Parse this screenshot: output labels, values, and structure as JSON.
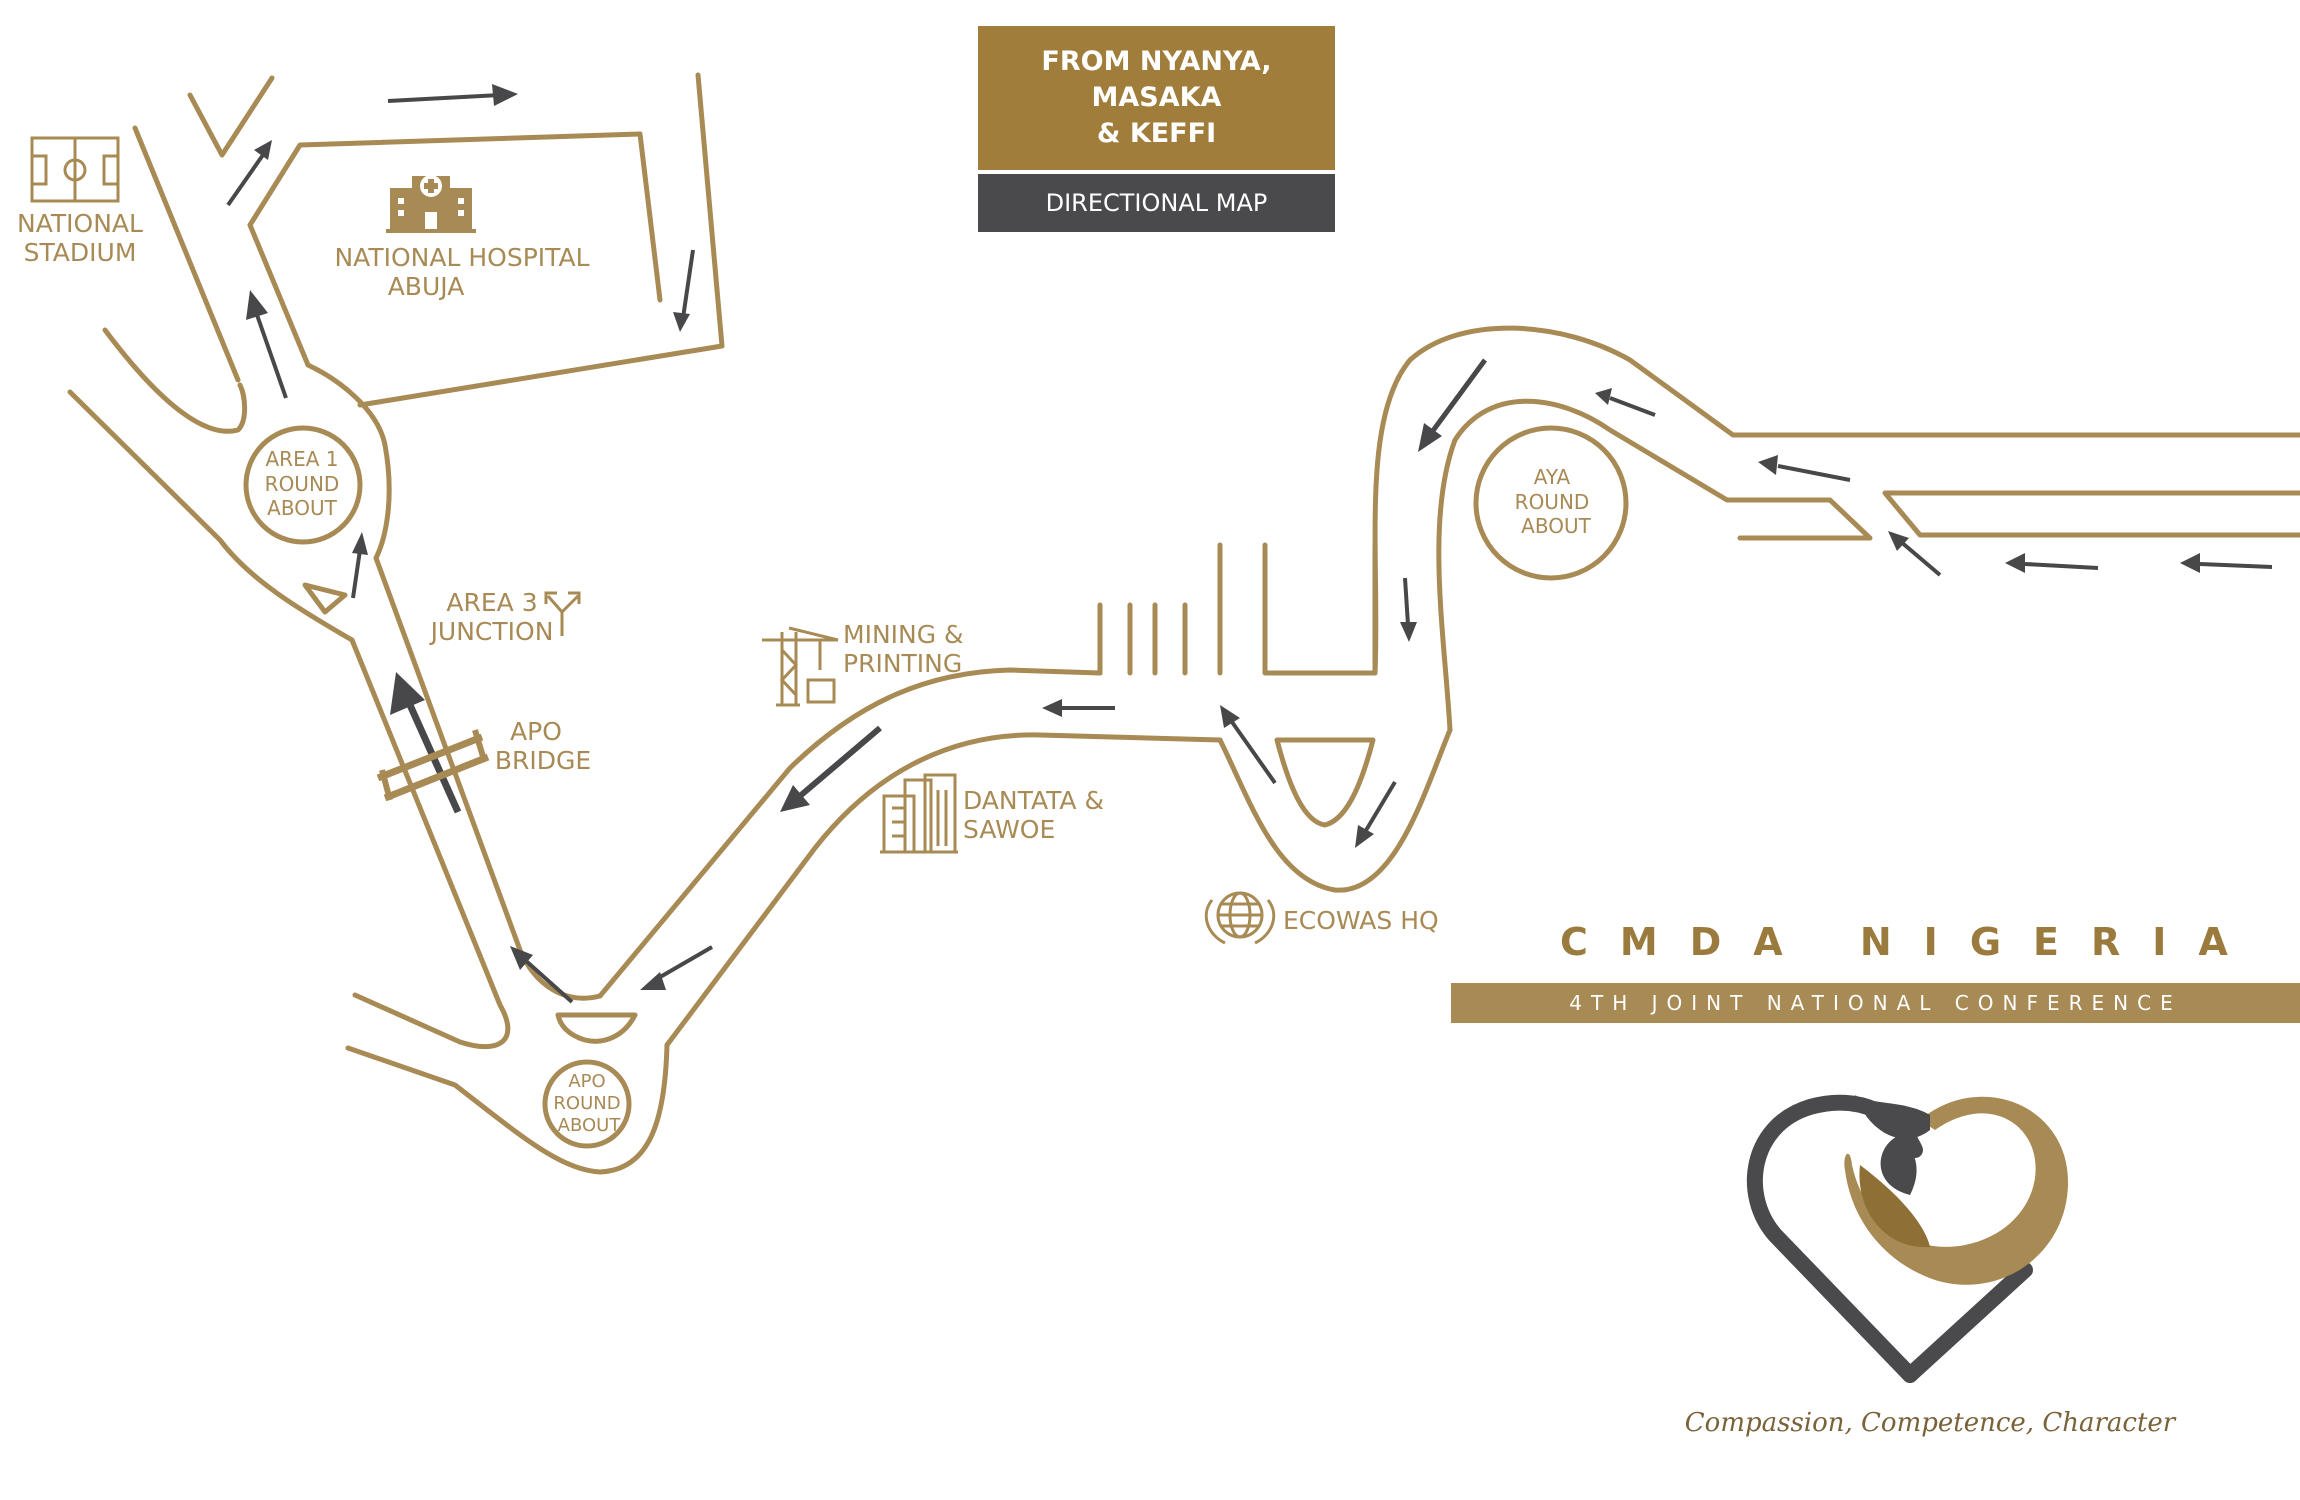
{
  "header": {
    "title_lines": [
      "FROM NYANYA,",
      "MASAKA",
      "& KEFFI"
    ],
    "subtitle": "DIRECTIONAL MAP"
  },
  "landmarks": {
    "national_stadium": [
      "NATIONAL",
      "STADIUM"
    ],
    "national_hospital": [
      "NATIONAL HOSPITAL",
      "ABUJA"
    ],
    "area3_junction": [
      "AREA 3",
      "JUNCTION"
    ],
    "apo_bridge": [
      "APO",
      "BRIDGE"
    ],
    "mining_printing": [
      "MINING &",
      "PRINTING"
    ],
    "dantata_sawoe": [
      "DANTATA &",
      "SAWOE"
    ],
    "ecowas_hq": "ECOWAS HQ"
  },
  "roundabouts": {
    "area1": [
      "AREA 1",
      "ROUND",
      "ABOUT"
    ],
    "aya": [
      "AYA",
      "ROUND",
      "ABOUT"
    ],
    "apo": [
      "APO",
      "ROUND",
      "ABOUT"
    ]
  },
  "branding": {
    "org_name": "CMDA NIGERIA",
    "conference": "4TH JOINT NATIONAL CONFERENCE",
    "tagline": "Compassion, Competence,  Character"
  },
  "colors": {
    "road": "#A88A55",
    "arrow": "#48484A",
    "title_bg": "#A07D3A",
    "subtitle_bg": "#4A4A4C",
    "conference_bar": "#A88A55"
  },
  "icons": [
    "stadium-icon",
    "hospital-icon",
    "junction-icon",
    "bridge-icon",
    "crane-icon",
    "buildings-icon",
    "globe-icon",
    "heart-leaf-logo"
  ]
}
